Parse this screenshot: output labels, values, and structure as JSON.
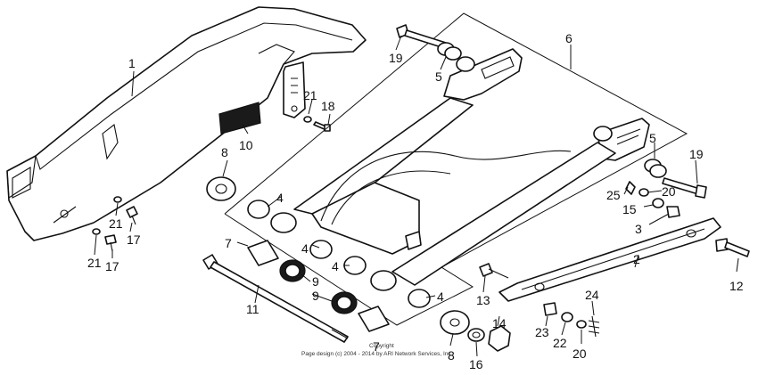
{
  "callouts": {
    "c1": "1",
    "c2": "2",
    "c3": "3",
    "c4a": "4",
    "c4b": "4",
    "c4c": "4",
    "c4d": "4",
    "c5a": "5",
    "c5b": "5",
    "c6": "6",
    "c7a": "7",
    "c7b": "7",
    "c8a": "8",
    "c8b": "8",
    "c9a": "9",
    "c9b": "9",
    "c10": "10",
    "c11": "11",
    "c12": "12",
    "c13": "13",
    "c14": "14",
    "c15": "15",
    "c16": "16",
    "c17a": "17",
    "c17b": "17",
    "c18": "18",
    "c19a": "19",
    "c19b": "19",
    "c20a": "20",
    "c20b": "20",
    "c21a": "21",
    "c21b": "21",
    "c21c": "21",
    "c22": "22",
    "c23": "23",
    "c24": "24",
    "c25": "25"
  },
  "footer": {
    "line1": "Copyright",
    "line2": "Page design (c) 2004 - 2014 by ARI Network Services, Inc."
  }
}
